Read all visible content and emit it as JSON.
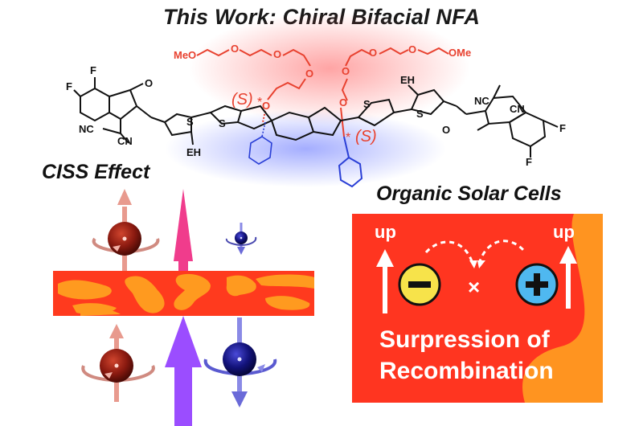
{
  "title": "This Work: Chiral Bifacial NFA",
  "molecule": {
    "peg_left_end": "MeO",
    "peg_right_end": "OMe",
    "oxygen": "O",
    "sulfur": "S",
    "fluorine": "F",
    "nitrile_nc": "NC",
    "nitrile_cn": "CN",
    "side_chain": "EH",
    "chirality_label": "(S)",
    "stereo_marker": "*",
    "colors": {
      "peg": "#e8412f",
      "phenyl": "#2a3fd6",
      "backbone": "#111111",
      "red_glow": "#ff6b6b",
      "blue_glow": "#6b7bff"
    }
  },
  "ciss": {
    "title": "CISS Effect",
    "colors": {
      "red_sphere": "#8b1a10",
      "blue_sphere": "#12127a",
      "pink_arrow": "#f03c8c",
      "purple_arrow": "#9b4dff",
      "layer_red": "#ff3a1e",
      "layer_orange": "#ff9a1f"
    }
  },
  "osc": {
    "title": "Organic Solar Cells",
    "up_left": "up",
    "up_right": "up",
    "minus_symbol": "−",
    "plus_symbol": "+",
    "blocked_symbol": "×",
    "caption_line1": "Surpression of",
    "caption_line2": "Recombination",
    "colors": {
      "panel_red": "#ff3520",
      "panel_orange": "#ff9420",
      "electron": "#f7e34a",
      "hole": "#4fb8f0"
    }
  }
}
